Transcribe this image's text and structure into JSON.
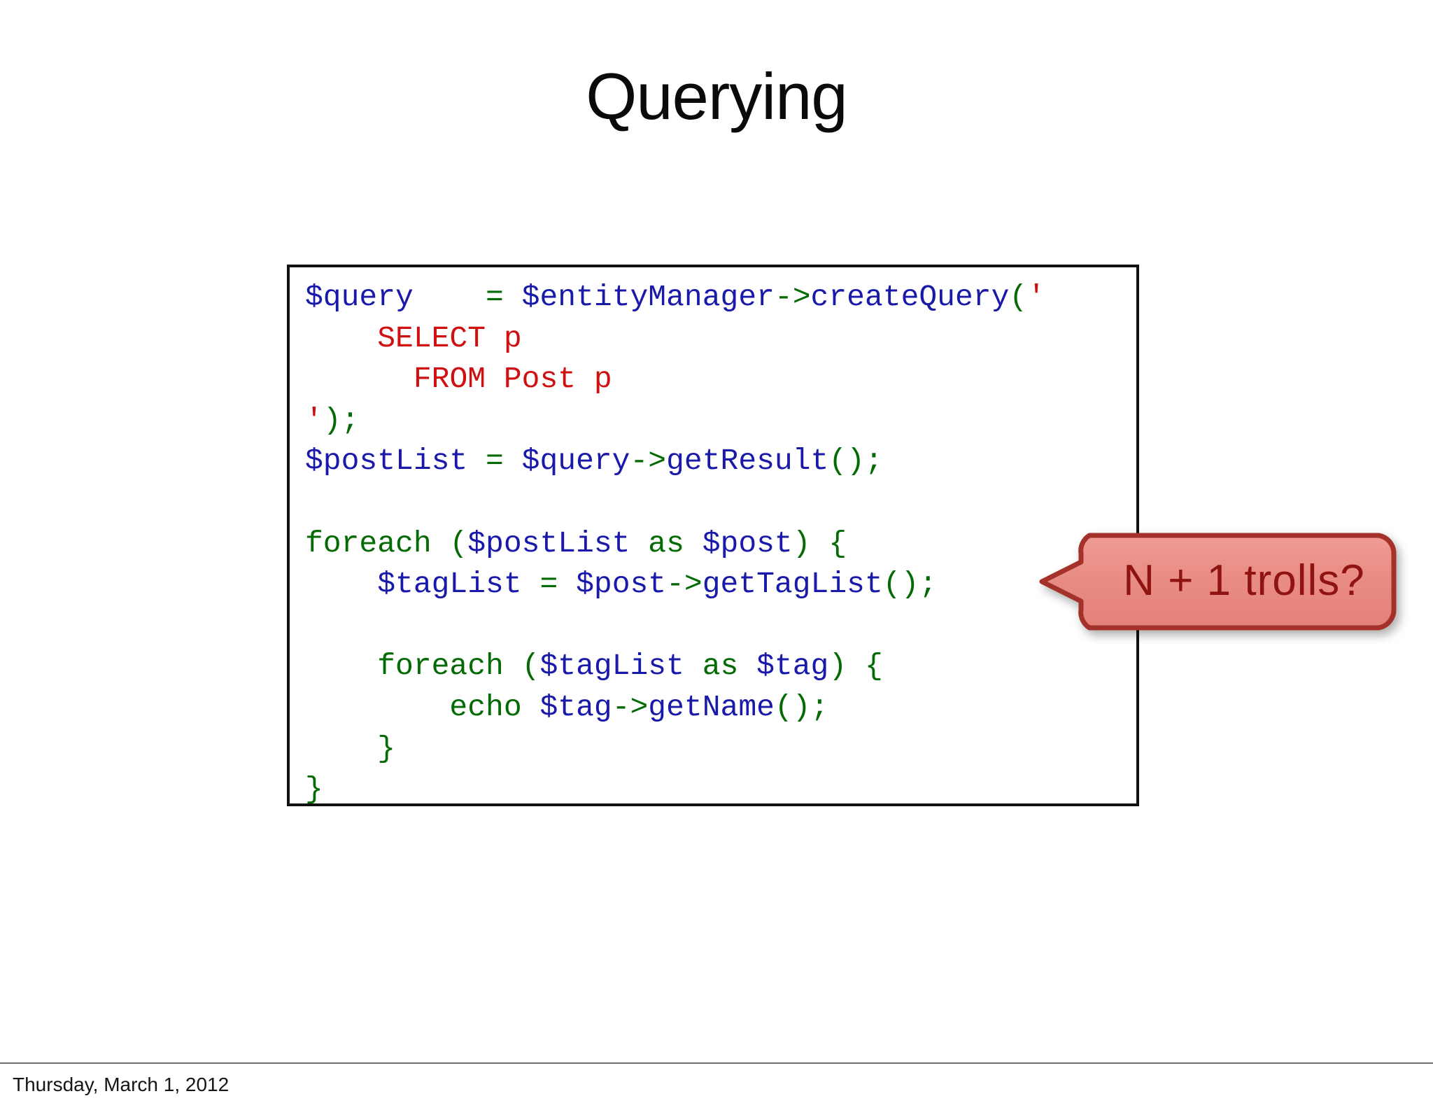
{
  "slide": {
    "title": "Querying",
    "background_color": "#ffffff"
  },
  "code_block": {
    "border_color": "#111111",
    "background_color": "#ffffff",
    "language": "php",
    "syntax_colors": {
      "variable": "#1a1aaa",
      "keyword": "#046a04",
      "operator": "#046a04",
      "sql": "#d01010",
      "string": "#d01010"
    },
    "raw_text": "$query    = $entityManager->createQuery('\n    SELECT p\n      FROM Post p\n');\n$postList = $query->getResult();\n\nforeach ($postList as $post) {\n    $tagList = $post->getTagList();\n\n    foreach ($tagList as $tag) {\n        echo $tag->getName();\n    }\n}",
    "lines": [
      {
        "index": 1,
        "text": "$query    = $entityManager->createQuery('",
        "tokens": [
          {
            "t": "$query    ",
            "c": "var"
          },
          {
            "t": "=",
            "c": "op"
          },
          {
            "t": " ",
            "c": "var"
          },
          {
            "t": "$entityManager",
            "c": "var"
          },
          {
            "t": "->",
            "c": "op"
          },
          {
            "t": "createQuery",
            "c": "var"
          },
          {
            "t": "(",
            "c": "op"
          },
          {
            "t": "'",
            "c": "str"
          }
        ]
      },
      {
        "index": 2,
        "text": "    SELECT p",
        "tokens": [
          {
            "t": "    ",
            "c": "var"
          },
          {
            "t": "SELECT p",
            "c": "sql"
          }
        ]
      },
      {
        "index": 3,
        "text": "      FROM Post p",
        "tokens": [
          {
            "t": "     ",
            "c": "var"
          },
          {
            "t": " FROM Post p",
            "c": "sql"
          }
        ]
      },
      {
        "index": 4,
        "text": "');",
        "tokens": [
          {
            "t": "'",
            "c": "str"
          },
          {
            "t": ");",
            "c": "op"
          }
        ]
      },
      {
        "index": 5,
        "text": "$postList = $query->getResult();",
        "tokens": [
          {
            "t": "$postList ",
            "c": "var"
          },
          {
            "t": "=",
            "c": "op"
          },
          {
            "t": " $query",
            "c": "var"
          },
          {
            "t": "->",
            "c": "op"
          },
          {
            "t": "getResult",
            "c": "var"
          },
          {
            "t": "();",
            "c": "op"
          }
        ]
      },
      {
        "index": 6,
        "text": "",
        "tokens": []
      },
      {
        "index": 7,
        "text": "foreach ($postList as $post) {",
        "tokens": [
          {
            "t": "foreach ",
            "c": "kw"
          },
          {
            "t": "(",
            "c": "op"
          },
          {
            "t": "$postList",
            "c": "var"
          },
          {
            "t": " as ",
            "c": "kw"
          },
          {
            "t": "$post",
            "c": "var"
          },
          {
            "t": ") {",
            "c": "op"
          }
        ]
      },
      {
        "index": 8,
        "text": "    $tagList = $post->getTagList();",
        "tokens": [
          {
            "t": "    $tagList ",
            "c": "var"
          },
          {
            "t": "=",
            "c": "op"
          },
          {
            "t": " $post",
            "c": "var"
          },
          {
            "t": "->",
            "c": "op"
          },
          {
            "t": "getTagList",
            "c": "var"
          },
          {
            "t": "();",
            "c": "op"
          }
        ]
      },
      {
        "index": 9,
        "text": "",
        "tokens": []
      },
      {
        "index": 10,
        "text": "    foreach ($tagList as $tag) {",
        "tokens": [
          {
            "t": "    foreach ",
            "c": "kw"
          },
          {
            "t": "(",
            "c": "op"
          },
          {
            "t": "$tagList",
            "c": "var"
          },
          {
            "t": " as ",
            "c": "kw"
          },
          {
            "t": "$tag",
            "c": "var"
          },
          {
            "t": ") {",
            "c": "op"
          }
        ]
      },
      {
        "index": 11,
        "text": "        echo $tag->getName();",
        "tokens": [
          {
            "t": "        echo ",
            "c": "kw"
          },
          {
            "t": "$tag",
            "c": "var"
          },
          {
            "t": "->",
            "c": "op"
          },
          {
            "t": "getName",
            "c": "var"
          },
          {
            "t": "();",
            "c": "op"
          }
        ]
      },
      {
        "index": 12,
        "text": "    }",
        "tokens": [
          {
            "t": "    }",
            "c": "op"
          }
        ]
      },
      {
        "index": 13,
        "text": "}",
        "tokens": [
          {
            "t": "}",
            "c": "op"
          }
        ]
      }
    ]
  },
  "callout": {
    "label": "N + 1 trolls?",
    "fill_color": "#e8867e",
    "fill_color_light": "#ef9a92",
    "border_color": "#a5322a",
    "text_color": "#8f1410",
    "points_to": "getTagList-line",
    "direction": "left"
  },
  "footer": {
    "date": "Thursday, March 1, 2012",
    "rule_color": "#6e6e6e"
  }
}
